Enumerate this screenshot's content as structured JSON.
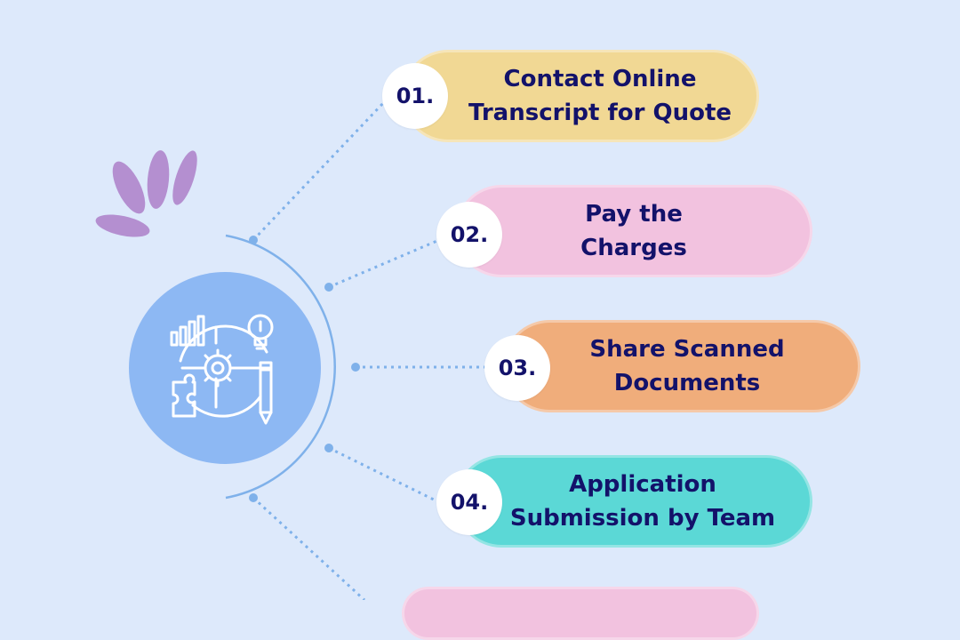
{
  "diagram": {
    "hub_icon": "analytics-gear-lightbulb-puzzle-pencil-icon",
    "decoration_icon": "leaf-sprig-icon",
    "colors": {
      "background": "#dde9fb",
      "hub": "#8db8f3",
      "connector": "#7fb1ea",
      "text": "#13126a",
      "decoration": "#b48fd0"
    },
    "steps": [
      {
        "number": "01.",
        "label": "Contact Online\nTranscript for Quote",
        "color": "#f1d894"
      },
      {
        "number": "02.",
        "label": "Pay the\nCharges",
        "color": "#f2c2df"
      },
      {
        "number": "03.",
        "label": "Share Scanned\nDocuments",
        "color": "#f0ad7b"
      },
      {
        "number": "04.",
        "label": "Application\nSubmission by Team",
        "color": "#5bd8d6"
      },
      {
        "number": "",
        "label": "",
        "color": "#f2c2df"
      }
    ]
  }
}
